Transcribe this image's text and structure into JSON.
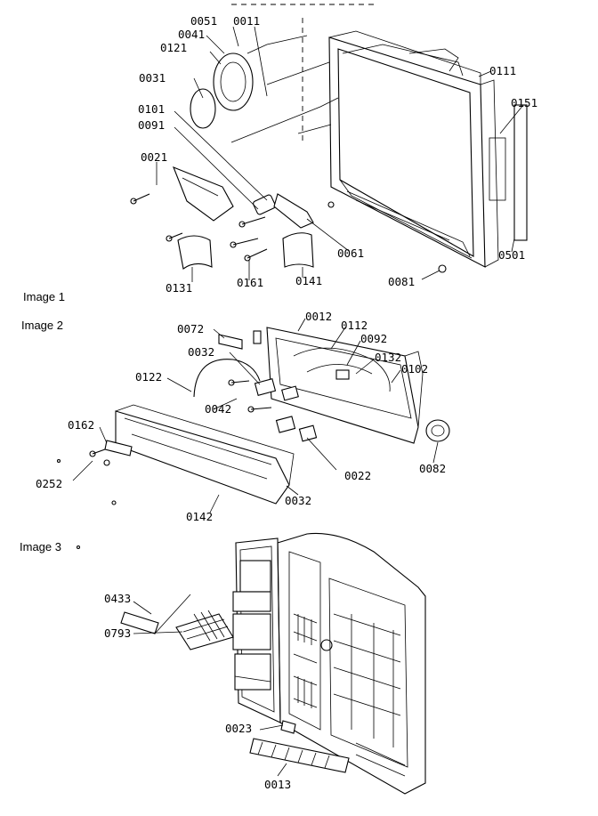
{
  "sections": {
    "image1": "Image 1",
    "image2": "Image 2",
    "image3": "Image 3"
  },
  "image1_parts": {
    "p0051": "0051",
    "p0011": "0011",
    "p0041": "0041",
    "p0121": "0121",
    "p0031": "0031",
    "p0101": "0101",
    "p0091": "0091",
    "p0021": "0021",
    "p0111": "0111",
    "p0151": "0151",
    "p0061": "0061",
    "p0501": "0501",
    "p0131": "0131",
    "p0161": "0161",
    "p0141": "0141",
    "p0081": "0081"
  },
  "image2_parts": {
    "p0012": "0012",
    "p0072": "0072",
    "p0112": "0112",
    "p0092": "0092",
    "p0032a": "0032",
    "p0132": "0132",
    "p0102": "0102",
    "p0122": "0122",
    "p0042": "0042",
    "p0162": "0162",
    "p0252": "0252",
    "p0022": "0022",
    "p0082": "0082",
    "p0032b": "0032",
    "p0142": "0142"
  },
  "image3_parts": {
    "p0433": "0433",
    "p0793": "0793",
    "p0023": "0023",
    "p0013": "0013"
  }
}
